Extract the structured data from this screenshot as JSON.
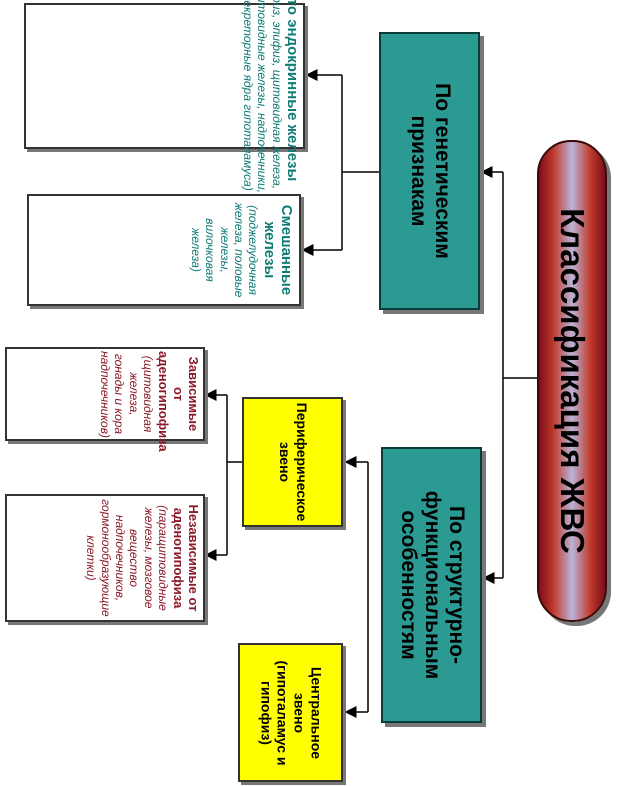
{
  "title": "Классификация ЖВС",
  "branches": {
    "genetic": "По генетическим признакам",
    "structural": "По структурно-функциональным особенностям"
  },
  "genetic_children": {
    "pure": {
      "heading": "Чисто эндокринные железы",
      "detail": "(гипофиз, эпифиз, щитовидная железа, паращитовидные железы, надпочечники, нейросекреторные ядра гипоталамуса)"
    },
    "mixed": {
      "heading": "Смешанные железы",
      "detail": "(поджелудочная железа, половые железы, вилочковая железа)"
    }
  },
  "structural_children": {
    "peripheral": "Периферическое звено",
    "central": "Центральное звено (гипоталамус и гипофиз)"
  },
  "peripheral_children": {
    "dependent": {
      "heading": "Зависимые от аденогипофиза",
      "detail": "(щитовидная железа, гонады и кора надпочечников)"
    },
    "independent": {
      "heading": "Независимые от аденогипофиза",
      "detail": "(паращитовидные железы, мозговое вещество надпочечников, гормонообразующие клетки)"
    }
  },
  "colors": {
    "title_red": "#c0392b",
    "title_lilac": "#b9b4d8",
    "teal": "#2b9a93",
    "teal_text": "#0f7c76",
    "yellow": "#ffff00",
    "red_text": "#8b1a2a"
  }
}
